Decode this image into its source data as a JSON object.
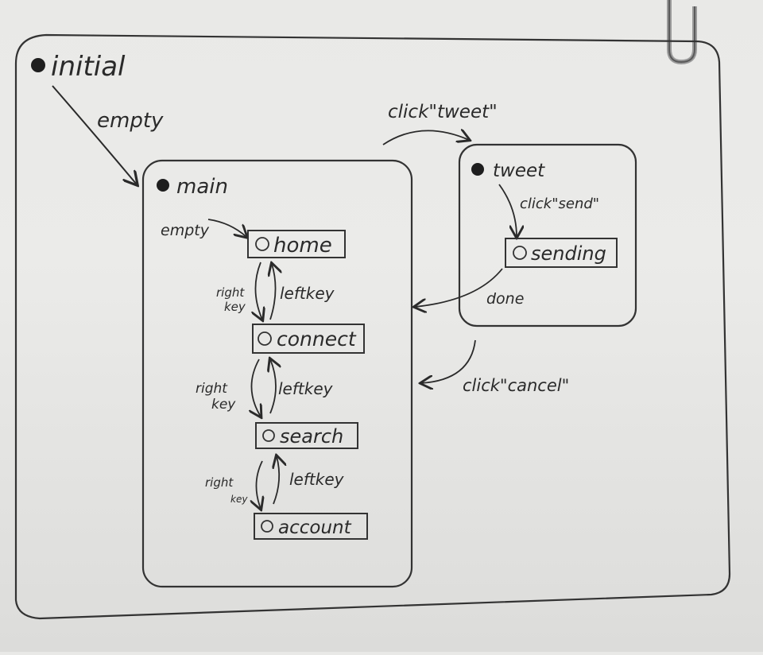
{
  "diagram": {
    "outer_state": {
      "label": "initial"
    },
    "main_state": {
      "label": "main",
      "entry_label": "empty",
      "substates": [
        "home",
        "connect",
        "search",
        "account"
      ],
      "right_labels": [
        [
          "right",
          "key"
        ],
        [
          "right",
          "key"
        ],
        [
          "right",
          "key"
        ]
      ],
      "left_label": "leftkey"
    },
    "tweet_state": {
      "label": "tweet",
      "send_label": "click\"send\"",
      "substate": "sending",
      "done_label": "done"
    },
    "transitions": {
      "initial_to_main": "empty",
      "main_to_tweet": "click\"tweet\"",
      "cancel": "click\"cancel\""
    }
  }
}
